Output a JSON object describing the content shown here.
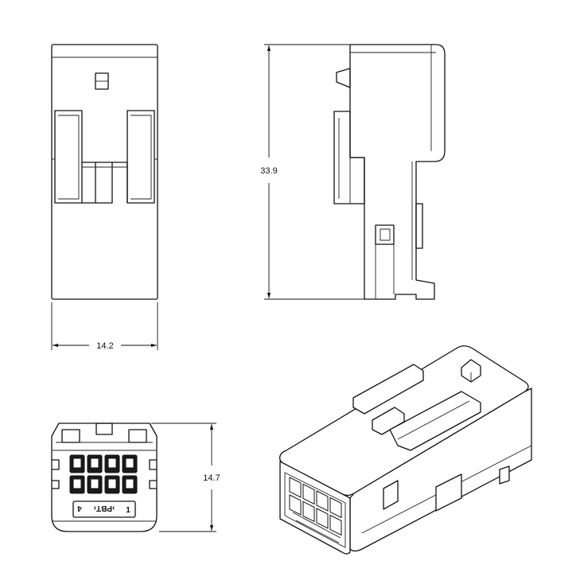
{
  "dimensions": {
    "height": "33.9",
    "width": "14.2",
    "depth": "14.7"
  },
  "face_markings": {
    "pin_left": "1",
    "material": "›PBT‹",
    "pin_right": "4"
  }
}
